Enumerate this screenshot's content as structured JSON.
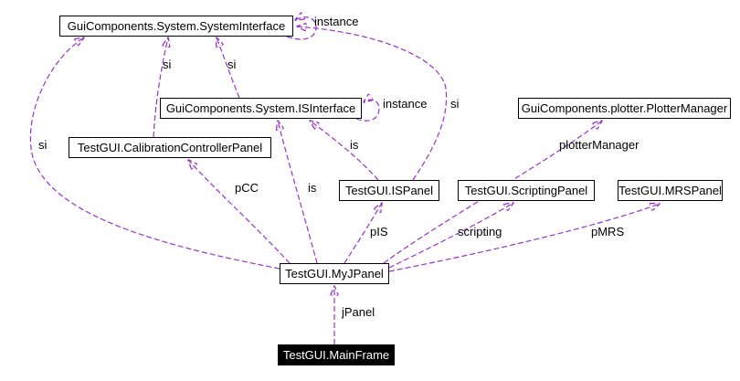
{
  "diagram": {
    "type": "collaboration-diagram",
    "edge_color": "#9a32cd",
    "nodes": {
      "system_interface": {
        "label": "GuiComponents.System.SystemInterface"
      },
      "is_interface": {
        "label": "GuiComponents.System.ISInterface"
      },
      "plotter_manager": {
        "label": "GuiComponents.plotter.PlotterManager"
      },
      "calibration_controller_panel": {
        "label": "TestGUI.CalibrationControllerPanel"
      },
      "is_panel": {
        "label": "TestGUI.ISPanel"
      },
      "scripting_panel": {
        "label": "TestGUI.ScriptingPanel"
      },
      "mrs_panel": {
        "label": "TestGUI.MRSPanel"
      },
      "my_jpanel": {
        "label": "TestGUI.MyJPanel"
      },
      "main_frame": {
        "label": "TestGUI.MainFrame"
      }
    },
    "edges": [
      {
        "from": "GuiComponents.System.SystemInterface",
        "to": "GuiComponents.System.SystemInterface",
        "label": "instance"
      },
      {
        "from": "GuiComponents.System.ISInterface",
        "to": "GuiComponents.System.ISInterface",
        "label": "instance"
      },
      {
        "from": "TestGUI.CalibrationControllerPanel",
        "to": "GuiComponents.System.SystemInterface",
        "label": "si"
      },
      {
        "from": "GuiComponents.System.ISInterface",
        "to": "GuiComponents.System.SystemInterface",
        "label": "si"
      },
      {
        "from": "TestGUI.MyJPanel",
        "to": "GuiComponents.System.SystemInterface",
        "label": "si"
      },
      {
        "from": "TestGUI.ISPanel",
        "to": "GuiComponents.System.SystemInterface",
        "label": "si"
      },
      {
        "from": "TestGUI.ISPanel",
        "to": "GuiComponents.System.ISInterface",
        "label": "is"
      },
      {
        "from": "TestGUI.MyJPanel",
        "to": "GuiComponents.System.ISInterface",
        "label": "is"
      },
      {
        "from": "TestGUI.MyJPanel",
        "to": "TestGUI.CalibrationControllerPanel",
        "label": "pCC"
      },
      {
        "from": "TestGUI.MyJPanel",
        "to": "TestGUI.ISPanel",
        "label": "pIS"
      },
      {
        "from": "TestGUI.MyJPanel",
        "to": "TestGUI.ScriptingPanel",
        "label": "scripting"
      },
      {
        "from": "TestGUI.MyJPanel",
        "to": "TestGUI.MRSPanel",
        "label": "pMRS"
      },
      {
        "from": "TestGUI.MyJPanel",
        "to": "GuiComponents.plotter.PlotterManager",
        "label": "plotterManager"
      },
      {
        "from": "TestGUI.MainFrame",
        "to": "TestGUI.MyJPanel",
        "label": "jPanel"
      }
    ]
  }
}
